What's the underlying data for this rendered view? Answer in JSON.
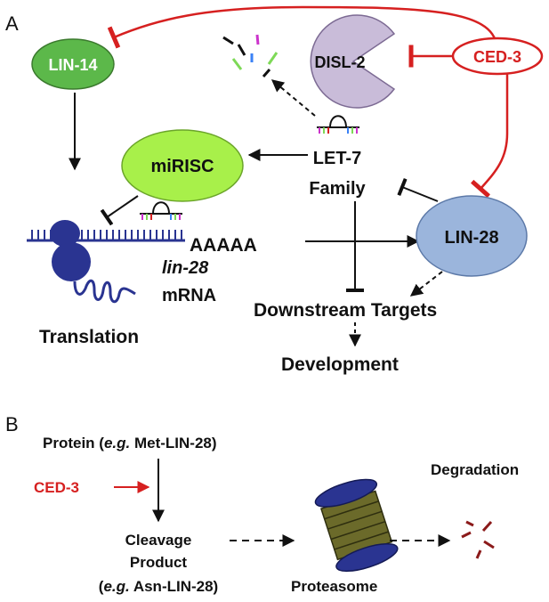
{
  "panel_a": {
    "panel_label": "A",
    "lin14": "LIN-14",
    "disl2": "DISL-2",
    "ced3": "CED-3",
    "mirisc": "miRISC",
    "let7_line1": "LET-7",
    "let7_line2": "Family",
    "lin28": "LIN-28",
    "polya": "AAAAA",
    "mrna_name": "lin-28",
    "mrna_word": "mRNA",
    "translation": "Translation",
    "downstream": "Downstream Targets",
    "development": "Development"
  },
  "panel_b": {
    "panel_label": "B",
    "protein_prefix": "Protein (",
    "protein_eg": "e.g.",
    "protein_suffix": " Met-LIN-28)",
    "ced3": "CED-3",
    "cleavage_line1": "Cleavage",
    "cleavage_line2": "Product",
    "cleavage_prefix": "(",
    "cleavage_eg": "e.g.",
    "cleavage_suffix": " Asn-LIN-28)",
    "proteasome": "Proteasome",
    "degradation": "Degradation"
  },
  "colors": {
    "inhibition_red": "#d62020",
    "lin14_green": "#5cb84a",
    "mirisc_green": "#a8f04a",
    "disl2_purple": "#c9bcd9",
    "lin28_blue": "#9bb5dc",
    "ribosome_navy": "#2a3491",
    "proteasome_olive": "#6b6a2a",
    "fragment_maroon": "#8b1a1a"
  }
}
